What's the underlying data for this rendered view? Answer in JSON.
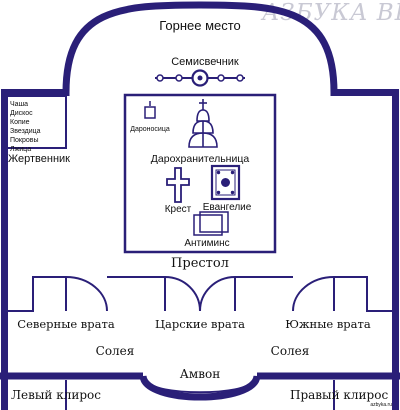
{
  "watermark": "АЗБУКА ВЕРЫ",
  "footer_url": "azbyka.ru",
  "colors": {
    "walls": "#2a1f78",
    "text": "#111111",
    "watermark": "#c9c9d4"
  },
  "apse": {
    "label": "Горнее место"
  },
  "candelabrum": {
    "label": "Семисвечник",
    "icon": "seven-branched-candlestick-icon"
  },
  "altar": {
    "label": "Престол",
    "items": {
      "daronositsa": {
        "label": "Дароносица",
        "icon": "daronositsa-icon"
      },
      "tabernacle": {
        "label": "Дарохранительница",
        "icon": "tabernacle-icon"
      },
      "cross": {
        "label": "Крест",
        "icon": "cross-icon"
      },
      "gospel": {
        "label": "Евангелие",
        "icon": "gospel-book-icon"
      },
      "antimension": {
        "label": "Антиминс",
        "icon": "antimension-icon"
      }
    }
  },
  "prothesis": {
    "label": "Жертвенник",
    "items": [
      "Чаша",
      "Дискос",
      "Копие",
      "Звездица",
      "Покровы",
      "Лжица"
    ]
  },
  "doors": {
    "north": "Северные врата",
    "royal": "Царские врата",
    "south": "Южные врата"
  },
  "soleas": {
    "left": "Солея",
    "right": "Солея"
  },
  "ambo": "Амвон",
  "kliros": {
    "left": "Левый клирос",
    "right": "Правый клирос"
  }
}
